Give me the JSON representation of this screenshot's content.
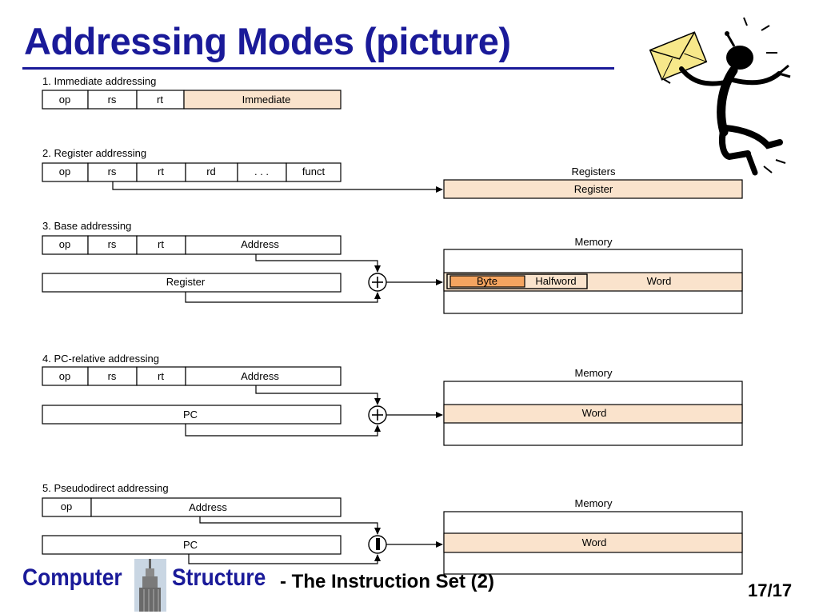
{
  "title": "Addressing Modes (picture)",
  "footer": {
    "word1": "Computer",
    "word2": "Structure",
    "subtitle": "- The Instruction Set (2)",
    "page": "17/17"
  },
  "modes": [
    {
      "label": "1. Immediate addressing",
      "fields": [
        "op",
        "rs",
        "rt",
        "Immediate"
      ]
    },
    {
      "label": "2. Register addressing",
      "fields": [
        "op",
        "rs",
        "rt",
        "rd",
        ". . .",
        "funct"
      ],
      "target_header": "Registers",
      "target": "Register"
    },
    {
      "label": "3. Base addressing",
      "fields": [
        "op",
        "rs",
        "rt",
        "Address"
      ],
      "operand": "Register",
      "target_header": "Memory",
      "memory_cells": [
        "Byte",
        "Halfword",
        "Word"
      ]
    },
    {
      "label": "4. PC-relative addressing",
      "fields": [
        "op",
        "rs",
        "rt",
        "Address"
      ],
      "operand": "PC",
      "target_header": "Memory",
      "memory_cells": [
        "Word"
      ]
    },
    {
      "label": "5. Pseudodirect addressing",
      "fields": [
        "op",
        "Address"
      ],
      "operand": "PC",
      "target_header": "Memory",
      "memory_cells": [
        "Word"
      ]
    }
  ],
  "colors": {
    "title": "#1a1a99",
    "highlight": "#fae3cc",
    "byte": "#f4a460"
  },
  "icons": {
    "clipart": "stick-figure-with-envelope",
    "building": "skyscraper-icon",
    "adder": "plus-icon"
  }
}
